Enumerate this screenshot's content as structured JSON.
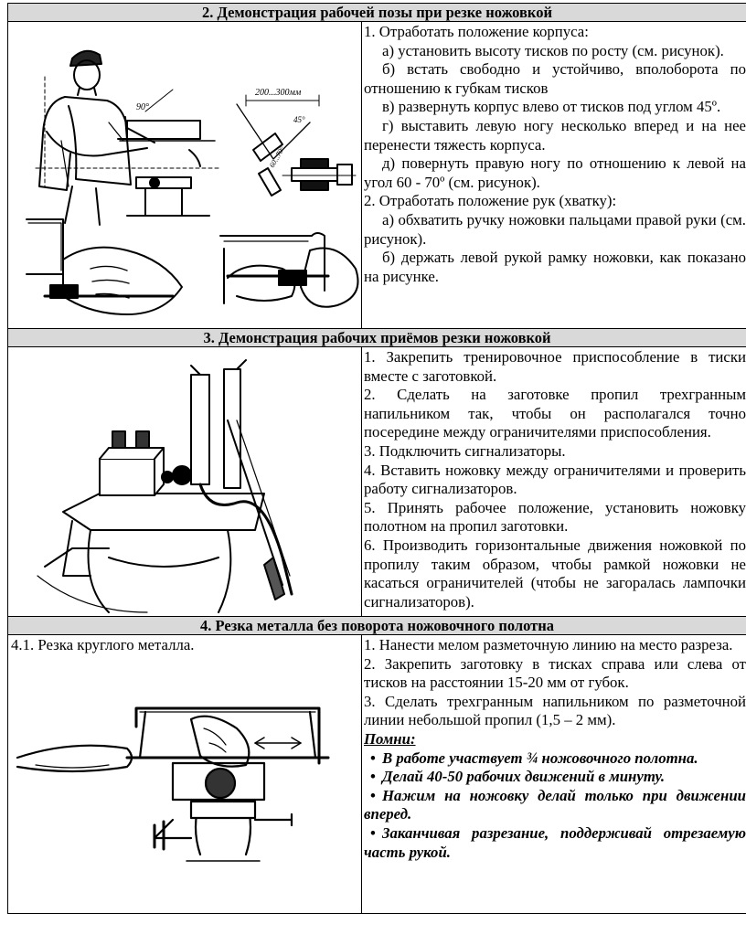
{
  "section2": {
    "title": "2. Демонстрация рабочей позы при резке ножовкой",
    "figure_labels": {
      "angle90": "90°",
      "dist": "200...300мм",
      "angle45": "45°",
      "angle6070": "60...70°"
    },
    "items": [
      "1. Отработать положение корпуса:",
      "а) установить высоту тисков по росту (см. рисунок).",
      "б) встать свободно и устойчиво, вполоборота по отношению к губкам тисков",
      "в) развернуть корпус влево от тисков под углом 45º.",
      "г) выставить левую ногу несколько вперед и на нее перенести тяжесть корпуса.",
      "д) повернуть правую ногу по отношению к левой на угол 60 - 70º  (см. рисунок).",
      "2. Отработать положение рук (хватку):",
      "а) обхватить ручку ножовки пальцами правой руки (см. рисунок).",
      "б) держать левой рукой рамку ножовки, как показано на рисунке."
    ]
  },
  "section3": {
    "title": "3. Демонстрация рабочих приёмов резки ножовкой",
    "items": [
      "1. Закрепить тренировочное приспособление в тиски вместе с заготовкой.",
      "2. Сделать на заготовке пропил трехгранным напильником так, чтобы он располагался точно посередине между ограничителями приспособления.",
      "3. Подключить сигнализаторы.",
      "4. Вставить ножовку между ограничителями и проверить работу сигнализаторов.",
      "5. Принять рабочее положение, установить ножовку полотном на пропил заготовки.",
      "6. Производить горизонтальные движения ножовкой по пропилу таким образом, чтобы рамкой ножовки не касаться ограничителей (чтобы не загоралась лампочки сигнализаторов)."
    ]
  },
  "section4": {
    "title": "4. Резка металла без поворота ножовочного полотна",
    "left_caption": "4.1. Резка круглого металла.",
    "items": [
      "1. Нанести мелом разметочную линию на место разреза.",
      "2. Закрепить заготовку в тисках справа или слева от тисков на расстоянии 15-20 мм от губок.",
      "3. Сделать трехгранным напильником по разметочной линии небольшой пропил (1,5 – 2 мм)."
    ],
    "remember_label": "Помни:",
    "bullets": [
      "В работе участвует ¾ ножовочного полотна.",
      "Делай 40-50 рабочих движений в минуту.",
      "Нажим на ножовку делай только при движении вперед.",
      "Заканчивая разрезание, поддерживай отрезаемую часть рукой."
    ]
  }
}
